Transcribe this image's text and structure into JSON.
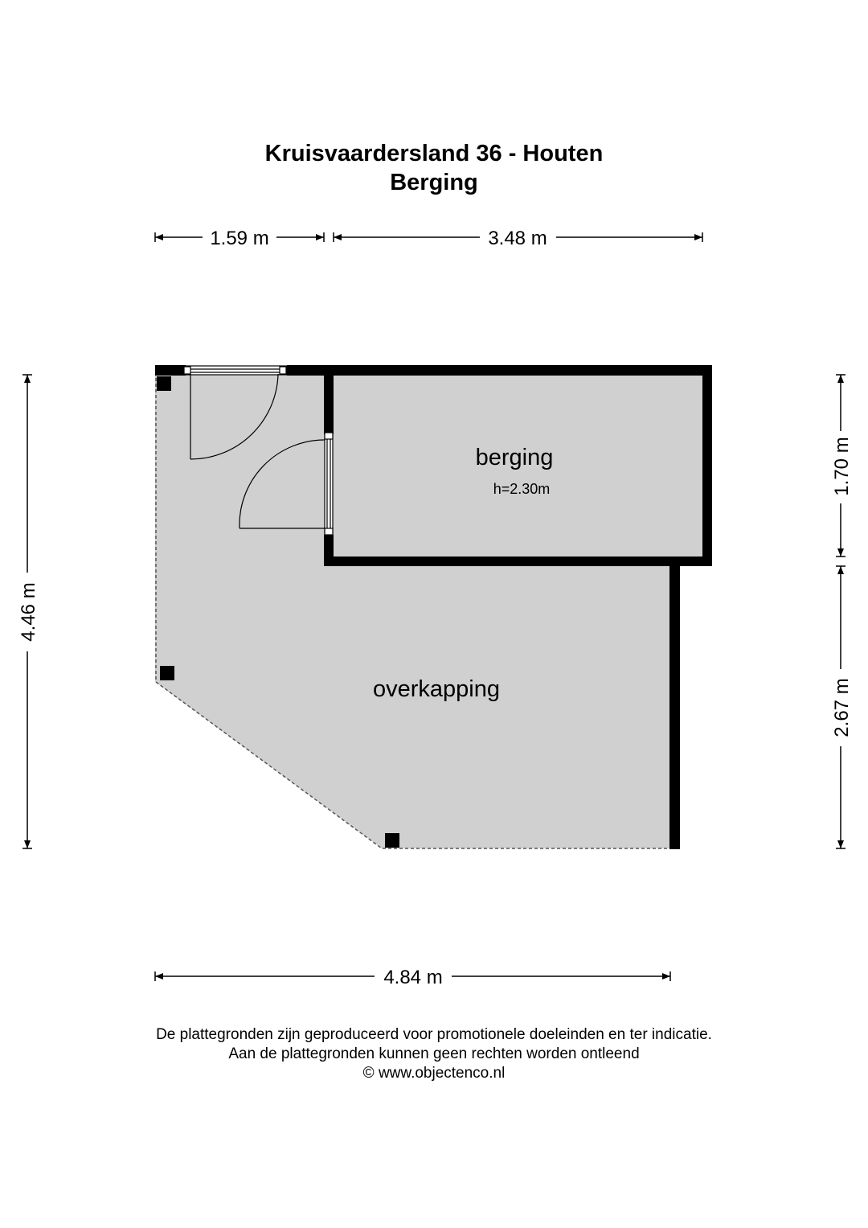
{
  "header": {
    "title": "Kruisvaardersland 36 - Houten",
    "subtitle": "Berging"
  },
  "dimensions": {
    "top_left": "1.59 m",
    "top_right": "3.48 m",
    "left": "4.46 m",
    "right_top": "1.70 m",
    "right_bottom": "2.67 m",
    "bottom": "4.84 m"
  },
  "rooms": {
    "berging": {
      "name": "berging",
      "height": "h=2.30m"
    },
    "overkapping": {
      "name": "overkapping"
    }
  },
  "footer": {
    "line1": "De plattegronden zijn geproduceerd voor promotionele doeleinden en ter indicatie.",
    "line2": "Aan de plattegronden kunnen geen rechten worden ontleend",
    "line3": "© www.objectenco.nl"
  },
  "colors": {
    "floor": "#d0d0d0",
    "wall": "#000000"
  }
}
